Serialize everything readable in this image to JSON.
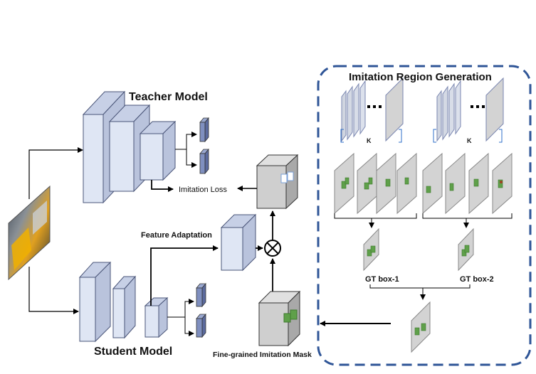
{
  "teacher": {
    "title": "Teacher Model"
  },
  "student": {
    "title": "Student Model"
  },
  "labels": {
    "imitation_loss": "Imitation Loss",
    "feature_adaptation": "Feature Adaptation",
    "fine_grained_mask": "Fine-grained Imitation Mask"
  },
  "region": {
    "title": "Imitation Region Generation",
    "k_left": "K",
    "k_right": "K",
    "gt_box_1": "GT box-1",
    "gt_box_2": "GT box-2"
  },
  "colors": {
    "block_front": "#dfe6f4",
    "block_side": "#b9c3dc",
    "block_edge": "#4a5578",
    "feature_map": "#7f8fbf",
    "map_plane": "#d3d3d3",
    "highlight": "#5fa04a",
    "dashed_border": "#2f5597"
  }
}
